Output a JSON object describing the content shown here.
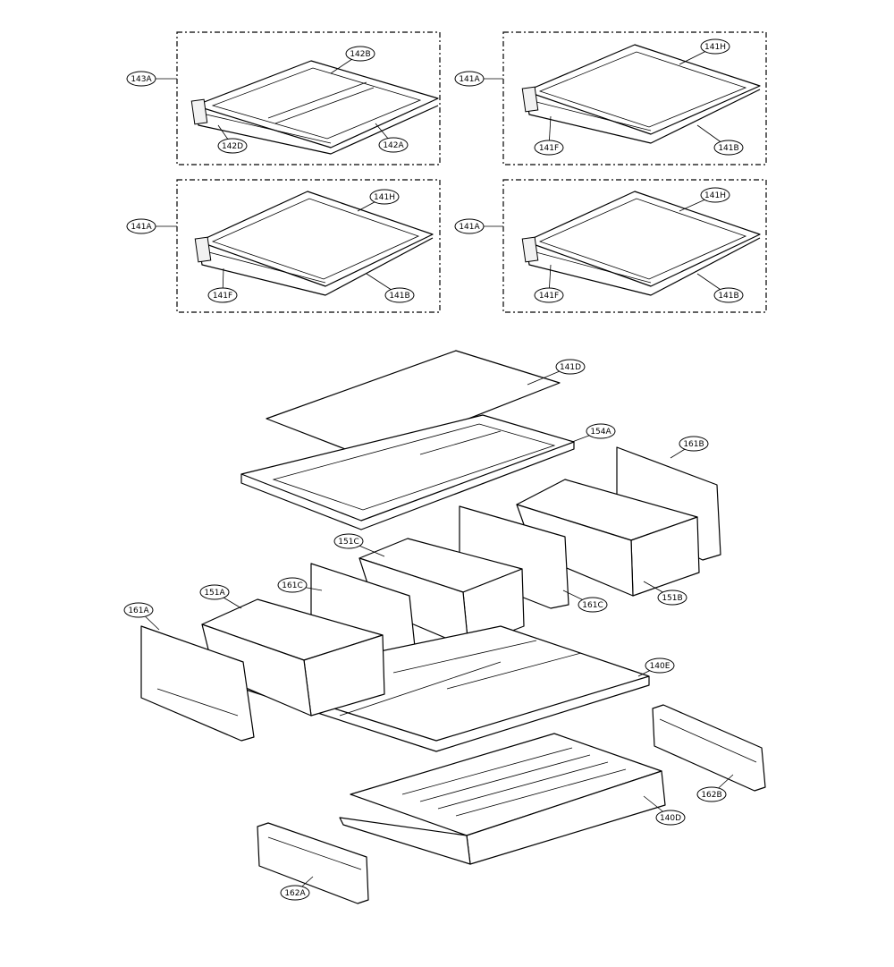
{
  "callouts": {
    "box1_assy": "143A",
    "box1_top": "142B",
    "box1_left": "142D",
    "box1_right": "142A",
    "box2_assy": "141A",
    "box2_top": "141H",
    "box2_left": "141F",
    "box2_right": "141B",
    "box3_assy": "141A",
    "box3_top": "141H",
    "box3_left": "141F",
    "box3_right": "141B",
    "box4_assy": "141A",
    "box4_top": "141H",
    "box4_left": "141F",
    "box4_right": "141B",
    "glass_top": "141D",
    "cover_frame": "154A",
    "panel_right": "161B",
    "drawer_middle": "151C",
    "panel_middle_left": "161C",
    "panel_middle_right": "161C",
    "drawer_left": "151A",
    "drawer_right": "151B",
    "panel_left": "161A",
    "base_shelf": "140E",
    "rail_right": "162B",
    "bottom_tray": "140D",
    "rail_left": "162A"
  }
}
